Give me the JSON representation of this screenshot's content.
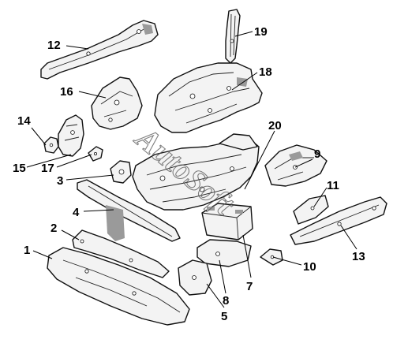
{
  "watermark": "AutoSoft",
  "callouts": [
    {
      "id": "1",
      "label": "1"
    },
    {
      "id": "2",
      "label": "2"
    },
    {
      "id": "3",
      "label": "3"
    },
    {
      "id": "4",
      "label": "4"
    },
    {
      "id": "5",
      "label": "5"
    },
    {
      "id": "7",
      "label": "7"
    },
    {
      "id": "8",
      "label": "8"
    },
    {
      "id": "9",
      "label": "9"
    },
    {
      "id": "10",
      "label": "10"
    },
    {
      "id": "11",
      "label": "11"
    },
    {
      "id": "12",
      "label": "12"
    },
    {
      "id": "13",
      "label": "13"
    },
    {
      "id": "14",
      "label": "14"
    },
    {
      "id": "15",
      "label": "15"
    },
    {
      "id": "16",
      "label": "16"
    },
    {
      "id": "17",
      "label": "17"
    },
    {
      "id": "18",
      "label": "18"
    },
    {
      "id": "19",
      "label": "19"
    },
    {
      "id": "20",
      "label": "20"
    }
  ]
}
